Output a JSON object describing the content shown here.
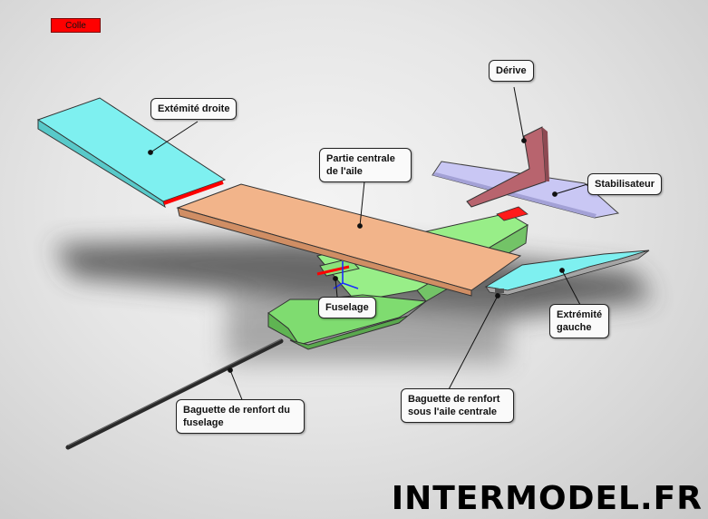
{
  "legend": {
    "label": "Colle",
    "color": "#ff0000"
  },
  "callouts": {
    "derive": "Dérive",
    "extremite_droite": "Extémité droite",
    "partie_centrale": "Partie centrale\nde l'aile",
    "stabilisateur": "Stabilisateur",
    "fuselage": "Fuselage",
    "extremite_gauche": "Extrémité\ngauche",
    "baguette_aile": "Baguette de renfort\nsous l'aile centrale",
    "baguette_fuselage": "Baguette de renfort du\nfuselage"
  },
  "watermark": "INTERMODEL.FR",
  "colors": {
    "wing_tips": "#7ef0f0",
    "center_wing": "#f2b48a",
    "stabilizer": "#c9c7f4",
    "fin": "#b8646e",
    "fuselage": "#9ef58c",
    "glue": "#ff0000"
  }
}
